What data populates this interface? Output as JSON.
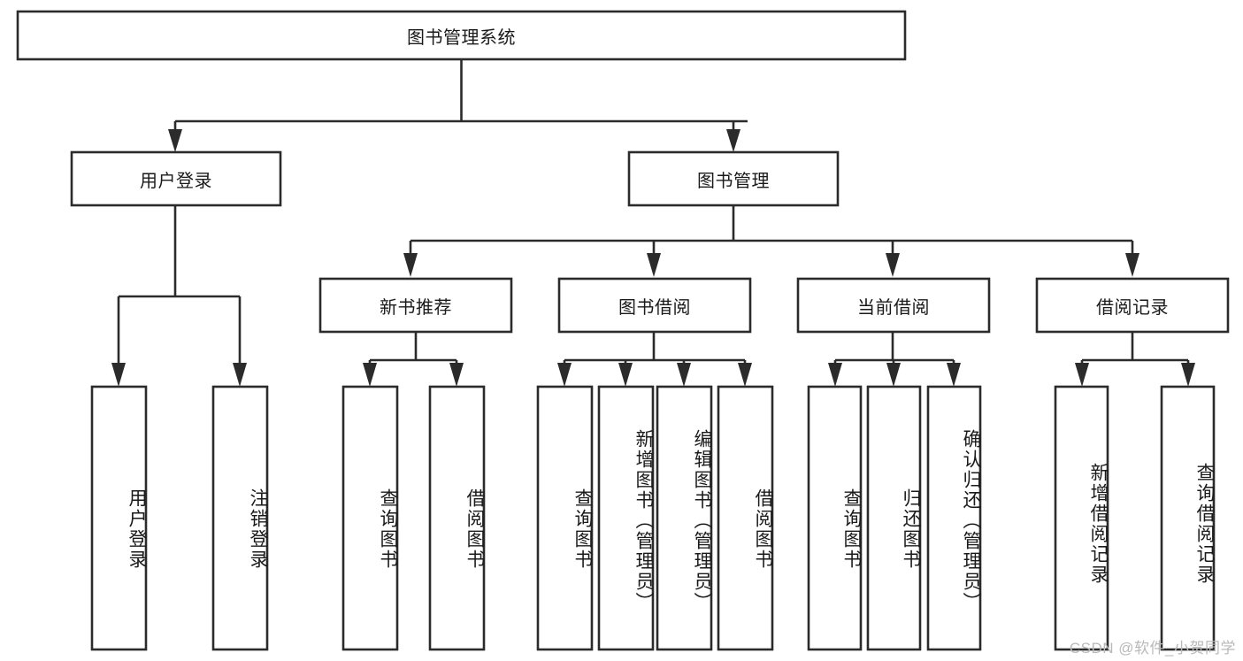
{
  "diagram": {
    "type": "tree",
    "title": "图书管理系统",
    "watermark": "CSDN @软件_小贺同学",
    "colors": {
      "stroke": "#2b2b2b",
      "box_fill": "#ffffff",
      "text": "#1a1a1a",
      "background": "#ffffff",
      "watermark": "#b9b9b9"
    },
    "nodes": {
      "root": {
        "label": "图书管理系统",
        "level": 1,
        "orientation": "horizontal"
      },
      "l2": [
        {
          "label": "用户登录",
          "level": 2,
          "orientation": "horizontal"
        },
        {
          "label": "图书管理",
          "level": 2,
          "orientation": "horizontal"
        }
      ],
      "l3": [
        {
          "label": "新书推荐",
          "level": 3,
          "orientation": "horizontal"
        },
        {
          "label": "图书借阅",
          "level": 3,
          "orientation": "horizontal"
        },
        {
          "label": "当前借阅",
          "level": 3,
          "orientation": "horizontal"
        },
        {
          "label": "借阅记录",
          "level": 3,
          "orientation": "horizontal"
        }
      ],
      "leaves_user_login": [
        {
          "label": "用户登录",
          "orientation": "vertical"
        },
        {
          "label": "注销登录",
          "orientation": "vertical"
        }
      ],
      "leaves_new_book": [
        {
          "label": "查询图书",
          "orientation": "vertical"
        },
        {
          "label": "借阅图书",
          "orientation": "vertical"
        }
      ],
      "leaves_borrow": [
        {
          "label": "查询图书",
          "orientation": "vertical"
        },
        {
          "label": "新增图书（管理员）",
          "orientation": "vertical"
        },
        {
          "label": "编辑图书（管理员）",
          "orientation": "vertical"
        },
        {
          "label": "借阅图书",
          "orientation": "vertical"
        }
      ],
      "leaves_current": [
        {
          "label": "查询图书",
          "orientation": "vertical"
        },
        {
          "label": "归还图书",
          "orientation": "vertical"
        },
        {
          "label": "确认归还（管理员）",
          "orientation": "vertical"
        }
      ],
      "leaves_records": [
        {
          "label": "新增借阅记录",
          "orientation": "vertical"
        },
        {
          "label": "查询借阅记录",
          "orientation": "vertical"
        }
      ]
    },
    "edges": [
      {
        "from": "图书管理系统",
        "to": "用户登录"
      },
      {
        "from": "图书管理系统",
        "to": "图书管理"
      },
      {
        "from": "用户登录",
        "to": "用户登录"
      },
      {
        "from": "用户登录",
        "to": "注销登录"
      },
      {
        "from": "图书管理",
        "to": "新书推荐"
      },
      {
        "from": "图书管理",
        "to": "图书借阅"
      },
      {
        "from": "图书管理",
        "to": "当前借阅"
      },
      {
        "from": "图书管理",
        "to": "借阅记录"
      },
      {
        "from": "新书推荐",
        "to": "查询图书"
      },
      {
        "from": "新书推荐",
        "to": "借阅图书"
      },
      {
        "from": "图书借阅",
        "to": "查询图书"
      },
      {
        "from": "图书借阅",
        "to": "新增图书（管理员）"
      },
      {
        "from": "图书借阅",
        "to": "编辑图书（管理员）"
      },
      {
        "from": "图书借阅",
        "to": "借阅图书"
      },
      {
        "from": "当前借阅",
        "to": "查询图书"
      },
      {
        "from": "当前借阅",
        "to": "归还图书"
      },
      {
        "from": "当前借阅",
        "to": "确认归还（管理员）"
      },
      {
        "from": "借阅记录",
        "to": "新增借阅记录"
      },
      {
        "from": "借阅记录",
        "to": "查询借阅记录"
      }
    ]
  }
}
